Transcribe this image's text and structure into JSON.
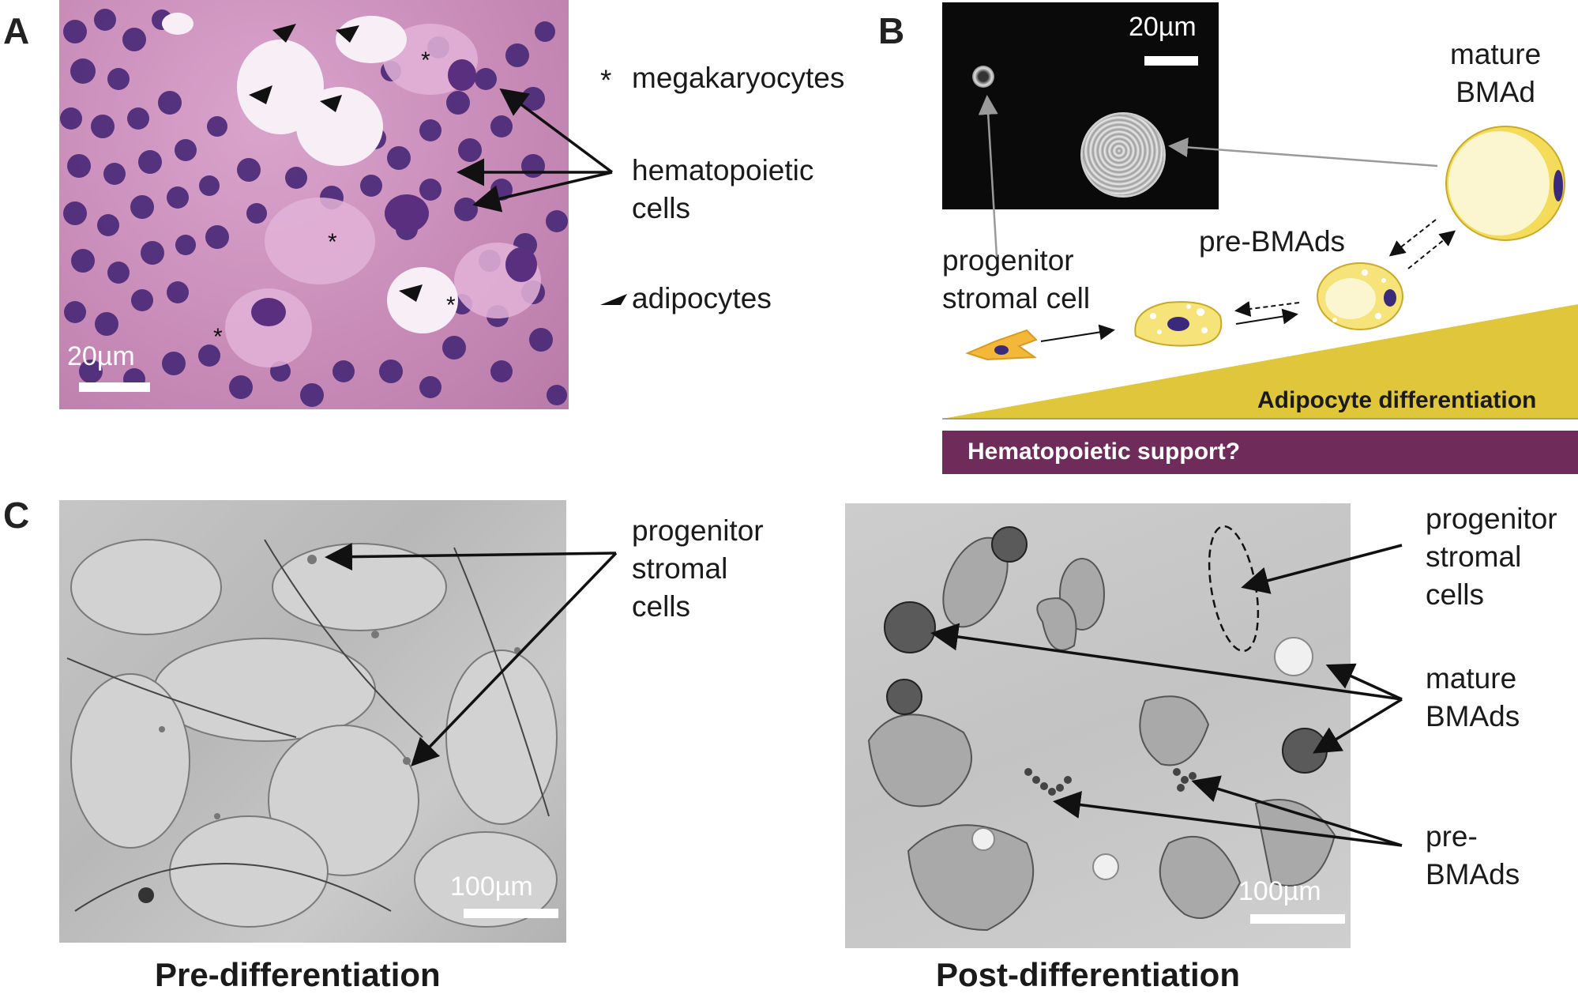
{
  "panels": {
    "a": {
      "letter": "A",
      "scale": "20µm",
      "legend": {
        "mega_symbol": "*",
        "megakaryocytes": "megakaryocytes",
        "hematopoietic": "hematopoietic\ncells",
        "adipocytes": "adipocytes"
      },
      "asterisk": "*"
    },
    "b": {
      "letter": "B",
      "scale": "20µm",
      "mature": "mature\nBMAd",
      "pre": "pre-BMAds",
      "progenitor": "progenitor\nstromal cell",
      "gradient_label": "Adipocyte differentiation",
      "bar_label": "Hematopoietic support?"
    },
    "c": {
      "letter": "C",
      "left_scale": "100µm",
      "right_scale": "100µm",
      "left_progenitor": "progenitor\nstromal\ncells",
      "right_progenitor": "progenitor\nstromal\ncells",
      "right_mature": "mature\nBMAds",
      "right_pre": "pre-\nBMAds",
      "left_caption": "Pre-differentiation",
      "right_caption": "Post-differentiation"
    }
  },
  "colors": {
    "he_background": "#c98cb9",
    "nucleus": "#4b2a78",
    "adipocyte_yellow": "#f4dc5a",
    "gradient_fill": "#e0c63a",
    "bar_purple": "#6f2c5b",
    "micrograph_gray": "#bdbdbd"
  }
}
